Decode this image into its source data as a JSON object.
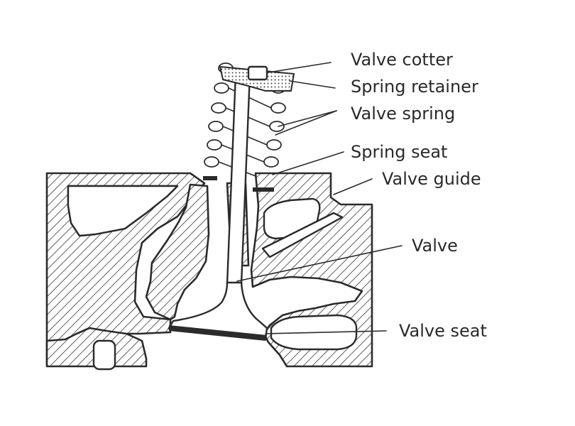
{
  "labels": {
    "valve_cotter": "Valve cotter",
    "spring_retainer": "Spring retainer",
    "valve_spring": "Valve spring",
    "spring_seat": "Spring seat",
    "valve_guide": "Valve guide",
    "valve": "Valve",
    "valve_seat": "Valve seat"
  },
  "colors": {
    "ink": "#2b2b2b",
    "background": "#ffffff"
  }
}
